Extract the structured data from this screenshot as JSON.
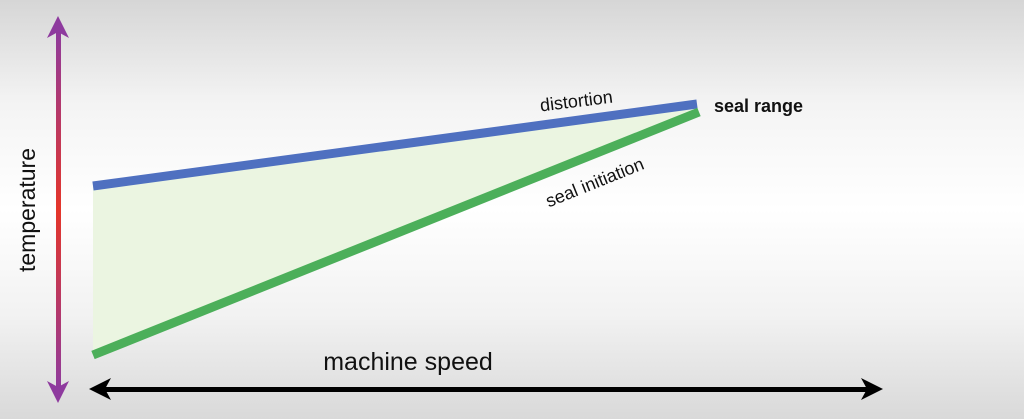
{
  "labels": {
    "y_axis": "temperature",
    "x_axis": "machine speed",
    "upper_line": "distortion",
    "lower_line": "seal initiation",
    "region": "seal range"
  },
  "colors": {
    "upper_line": "#4f70c0",
    "lower_line": "#4caf5a",
    "region_fill": "#ebf5e1",
    "axis_x": "#000000",
    "axis_y_ends": "#8e3a9e",
    "axis_y_middle": "#e5362a"
  }
}
